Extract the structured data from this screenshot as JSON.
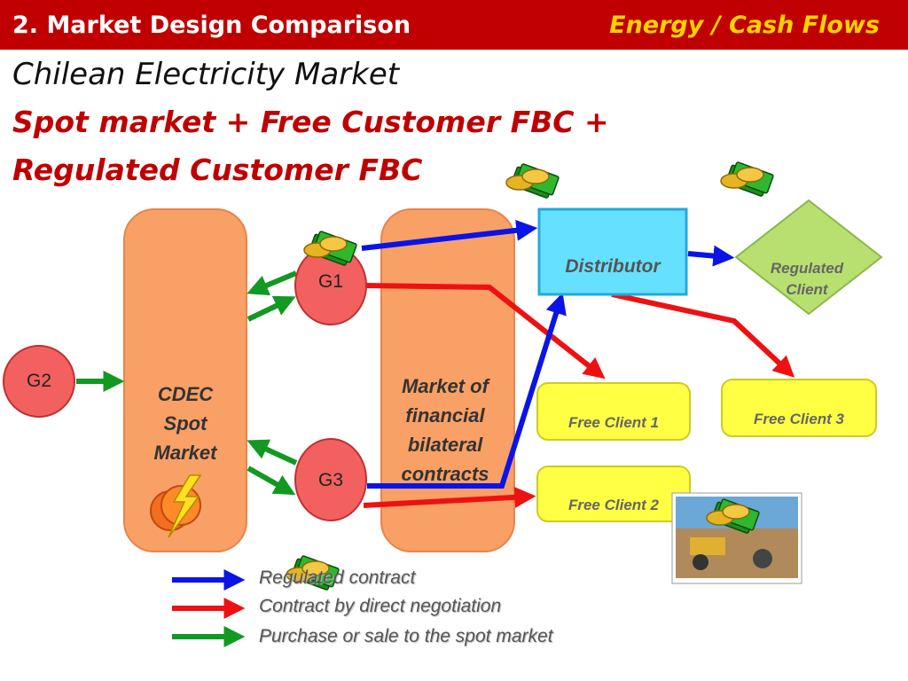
{
  "header": {
    "section": "2. Market Design Comparison",
    "topic": "Energy / Cash Flows"
  },
  "title": "Chilean Electricity Market",
  "subtitle_lines": [
    "Spot market + Free Customer FBC +",
    "Regulated Customer FBC"
  ],
  "nodes": {
    "cdec": [
      "CDEC",
      "Spot",
      "Market"
    ],
    "bilateral": [
      "Market of",
      "financial",
      "bilateral",
      "contracts"
    ],
    "g1": "G1",
    "g2": "G2",
    "g3": "G3",
    "distributor": "Distributor",
    "regulated_client": [
      "Regulated",
      "Client"
    ],
    "free_client_1": "Free Client 1",
    "free_client_2": "Free Client 2",
    "free_client_3": "Free Client 3"
  },
  "legend": [
    {
      "label": "Regulated contract",
      "color": "#0a14e6"
    },
    {
      "label": "Contract by direct negotiation",
      "color": "#ee1111"
    },
    {
      "label": "Purchase or sale to the spot market",
      "color": "#119922"
    }
  ],
  "colors": {
    "header_bg": "#c00000",
    "accent_red": "#c00000",
    "topic_yellow": "#ffd200",
    "orange_node": "#f9a066",
    "generator": "#f26060",
    "distributor": "#66e0ff",
    "regulated_client": "#b8e070",
    "free_client": "#ffff44"
  }
}
